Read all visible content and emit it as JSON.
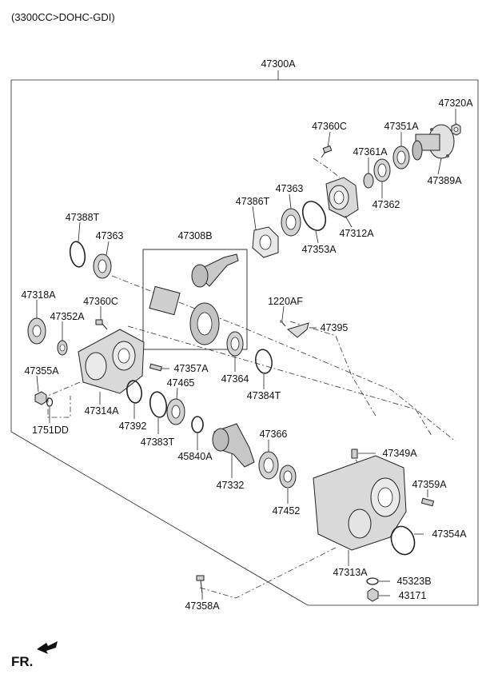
{
  "header": {
    "engine_spec": "(3300CC>DOHC-GDI)"
  },
  "assembly_label": "47300A",
  "direction_indicator": "FR.",
  "subgroup_label": "47308B",
  "parts": [
    {
      "id": "p47320A",
      "label": "47320A"
    },
    {
      "id": "p47360C_top",
      "label": "47360C"
    },
    {
      "id": "p47351A",
      "label": "47351A"
    },
    {
      "id": "p47361A",
      "label": "47361A"
    },
    {
      "id": "p47389A",
      "label": "47389A"
    },
    {
      "id": "p47363_top",
      "label": "47363"
    },
    {
      "id": "p47386T",
      "label": "47386T"
    },
    {
      "id": "p47362",
      "label": "47362"
    },
    {
      "id": "p47312A",
      "label": "47312A"
    },
    {
      "id": "p47353A",
      "label": "47353A"
    },
    {
      "id": "p47388T",
      "label": "47388T"
    },
    {
      "id": "p47363_left",
      "label": "47363"
    },
    {
      "id": "p1220AF",
      "label": "1220AF"
    },
    {
      "id": "p47318A",
      "label": "47318A"
    },
    {
      "id": "p47360C_left",
      "label": "47360C"
    },
    {
      "id": "p47352A",
      "label": "47352A"
    },
    {
      "id": "p47395",
      "label": "47395"
    },
    {
      "id": "p47355A",
      "label": "47355A"
    },
    {
      "id": "p47357A",
      "label": "47357A"
    },
    {
      "id": "p47364",
      "label": "47364"
    },
    {
      "id": "p47465",
      "label": "47465"
    },
    {
      "id": "p47384T",
      "label": "47384T"
    },
    {
      "id": "p47314A",
      "label": "47314A"
    },
    {
      "id": "p1751DD",
      "label": "1751DD"
    },
    {
      "id": "p47392",
      "label": "47392"
    },
    {
      "id": "p47383T",
      "label": "47383T"
    },
    {
      "id": "p47366",
      "label": "47366"
    },
    {
      "id": "p45840A",
      "label": "45840A"
    },
    {
      "id": "p47349A",
      "label": "47349A"
    },
    {
      "id": "p47332",
      "label": "47332"
    },
    {
      "id": "p47359A",
      "label": "47359A"
    },
    {
      "id": "p47452",
      "label": "47452"
    },
    {
      "id": "p47354A",
      "label": "47354A"
    },
    {
      "id": "p47313A",
      "label": "47313A"
    },
    {
      "id": "p45323B",
      "label": "45323B"
    },
    {
      "id": "p43171",
      "label": "43171"
    },
    {
      "id": "p47358A",
      "label": "47358A"
    }
  ]
}
